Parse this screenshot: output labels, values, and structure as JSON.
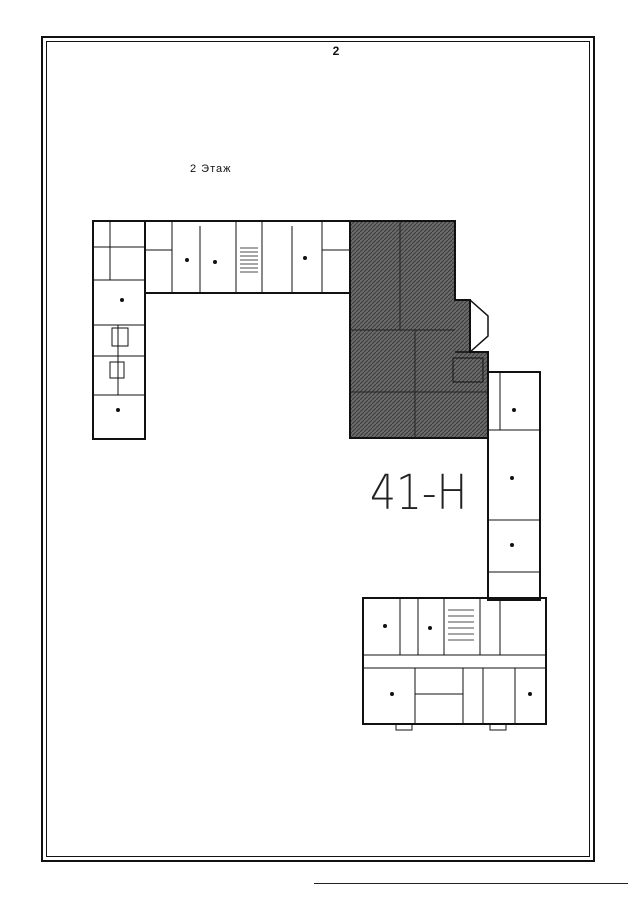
{
  "page": {
    "number": "2"
  },
  "plan": {
    "floor_title": "2 Этаж",
    "unit_label": "41-Н",
    "highlight_color": "#5c5c5c",
    "line_color": "#111111"
  }
}
